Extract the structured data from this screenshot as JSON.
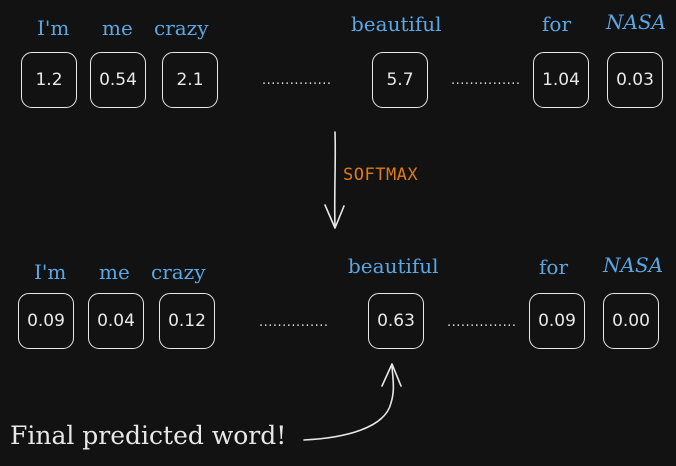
{
  "top_row": {
    "tokens": [
      {
        "word": "I'm",
        "value": "1.2"
      },
      {
        "word": "me",
        "value": "0.54"
      },
      {
        "word": "crazy",
        "value": "2.1"
      },
      {
        "word": "beautiful",
        "value": "5.7"
      },
      {
        "word": "for",
        "value": "1.04"
      },
      {
        "word": "NASA",
        "value": "0.03"
      }
    ],
    "gap1": "...............",
    "gap2": "..............."
  },
  "operation": {
    "label": "SOFTMAX"
  },
  "bottom_row": {
    "tokens": [
      {
        "word": "I'm",
        "value": "0.09"
      },
      {
        "word": "me",
        "value": "0.04"
      },
      {
        "word": "crazy",
        "value": "0.12"
      },
      {
        "word": "beautiful",
        "value": "0.63"
      },
      {
        "word": "for",
        "value": "0.09"
      },
      {
        "word": "NASA",
        "value": "0.00"
      }
    ],
    "gap1": "...............",
    "gap2": "..............."
  },
  "annotation": {
    "text": "Final predicted word!"
  },
  "colors": {
    "background": "#121212",
    "word": "#5aa7e6",
    "operation": "#e07b12",
    "stroke": "#e8e8e8"
  }
}
